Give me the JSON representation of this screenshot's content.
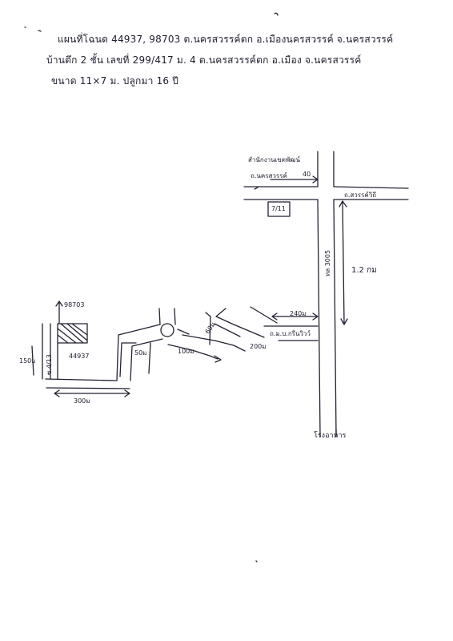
{
  "header": {
    "line1": "แผนที่โฉนด 44937, 98703 ต.นครสวรรค์ตก อ.เมืองนครสวรรค์ จ.นครสวรรค์",
    "line2": "บ้านตึก 2 ชั้น เลขที่ 299/417 ม. 4 ต.นครสวรรค์ตก อ.เมือง จ.นครสวรรค์",
    "line3": "ขนาด 11×7 ม. ปลูกมา 16 ปี"
  },
  "map": {
    "office_line1": "สำนักงานเขตพัฒน์",
    "office_line2": "ถ.นครสวรรค์",
    "distance_top": "40",
    "box_label": "7/11",
    "road_right": "ถ.สวรรค์วิถี",
    "distance_vertical": "1.2 กม",
    "main_road": "ทล 3005",
    "seg_240": "240ม",
    "soi_label": "ถ.ม.บ.กรีนวิวว์",
    "seg_200": "200ม",
    "seg_60": "60ม",
    "seg_100": "100ม",
    "seg_50": "50ม",
    "deed_top": "98703",
    "deed_bottom": "44937",
    "seg_150": "150ม",
    "soi_small": "ซ.4/13",
    "seg_300": "300ม",
    "school": "โรงอาหาร"
  }
}
